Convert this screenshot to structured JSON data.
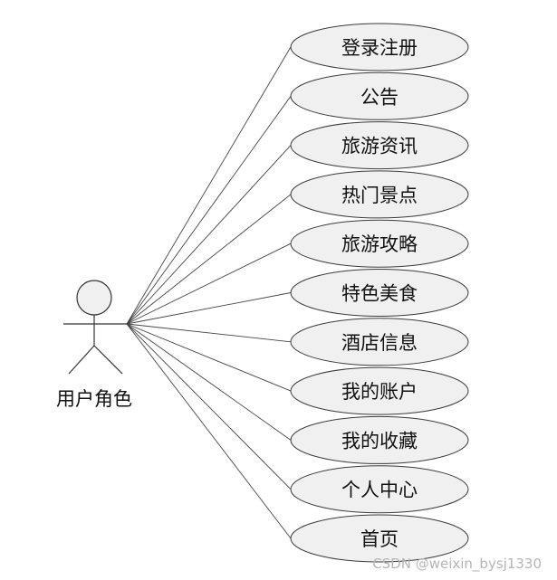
{
  "actor": {
    "label": "用户角色"
  },
  "use_cases": [
    {
      "label": "登录注册"
    },
    {
      "label": "公告"
    },
    {
      "label": "旅游资讯"
    },
    {
      "label": "热门景点"
    },
    {
      "label": "旅游攻略"
    },
    {
      "label": "特色美食"
    },
    {
      "label": "酒店信息"
    },
    {
      "label": "我的账户"
    },
    {
      "label": "我的收藏"
    },
    {
      "label": "个人中心"
    },
    {
      "label": "首页"
    }
  ],
  "watermark": "CSDN @weixin_bysj1330",
  "colors": {
    "ellipse_fill": "#f0f0f0",
    "outline": "#3a3a3a",
    "text": "#111111",
    "watermark": "#b5b5b5"
  }
}
